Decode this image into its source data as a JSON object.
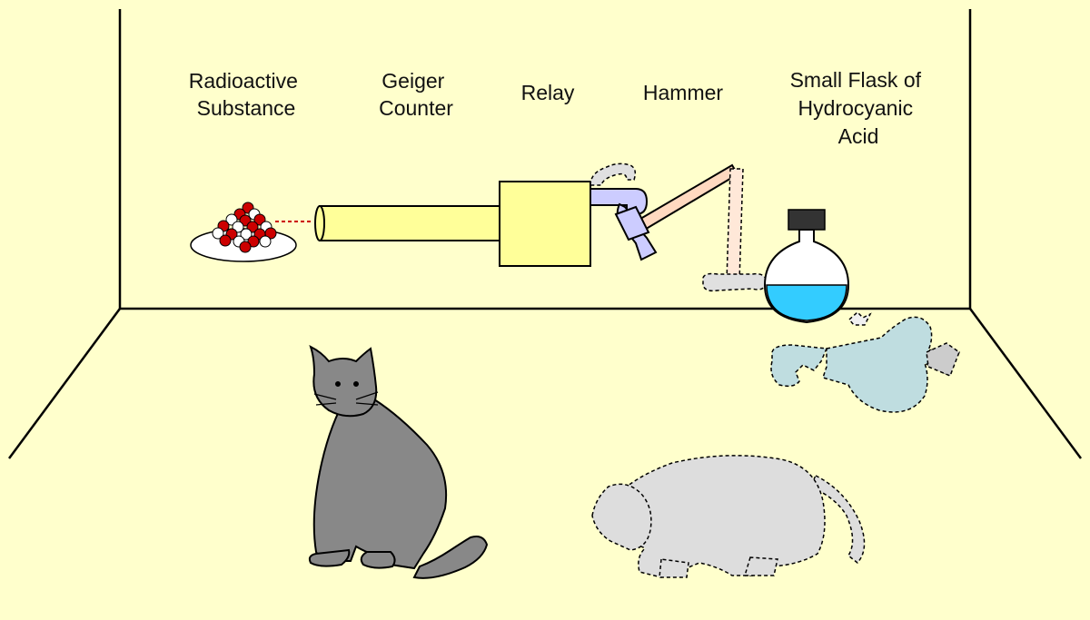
{
  "labels": {
    "radioactive": [
      "Radioactive",
      "Substance"
    ],
    "geiger": [
      "Geiger",
      "Counter"
    ],
    "relay": "Relay",
    "hammer": "Hammer",
    "flask": [
      "Small Flask of",
      "Hydrocyanic",
      "Acid"
    ]
  },
  "colors": {
    "background": "#ffffcc",
    "geiger_tube": "#ffff99",
    "relay_box": "#ffff99",
    "relay_arm": "#ccccff",
    "hammer_handle": "#ffd9c0",
    "acid": "#33ccff",
    "flask_stopper": "#333333",
    "atom_red": "#cc0000",
    "atom_white": "#ffffff",
    "living_cat": "#888888",
    "dead_cat": "#dddddd",
    "broken_flask": "#bfdde0"
  },
  "icons": {
    "living_cat": "sitting-cat-icon",
    "dead_cat": "lying-cat-icon",
    "radioactive_sample": "atoms-dish-icon",
    "flask": "flask-icon",
    "broken_flask": "broken-flask-icon"
  }
}
